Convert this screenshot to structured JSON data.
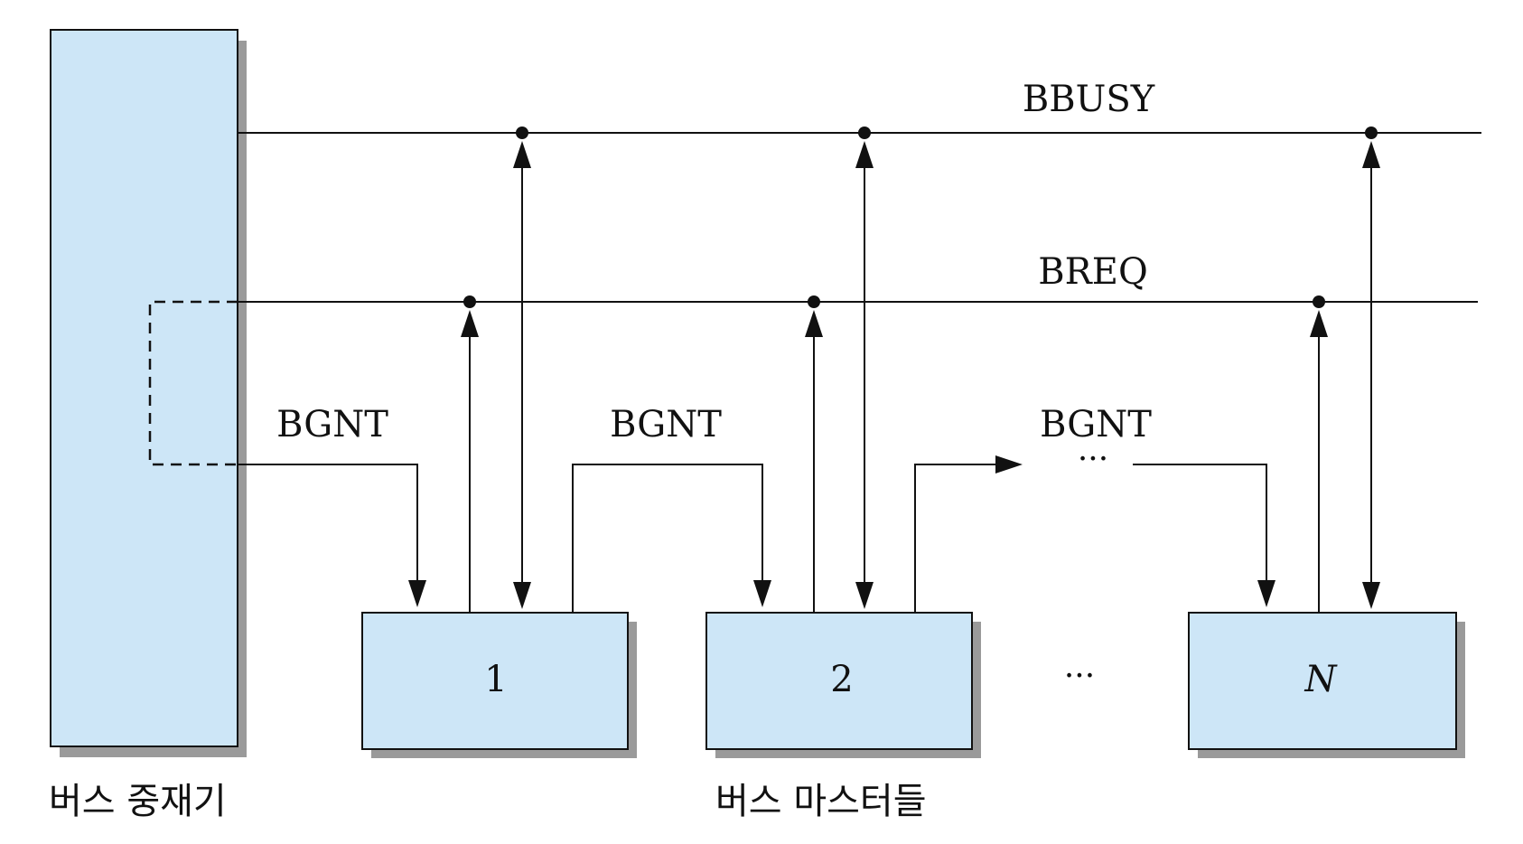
{
  "arbiter": {
    "label": "버스 중재기"
  },
  "masters_group": {
    "label": "버스 마스터들"
  },
  "masters": [
    {
      "label": "1"
    },
    {
      "label": "2"
    },
    {
      "label": "N"
    }
  ],
  "masters_ellipsis": "···",
  "signals": {
    "bbusy": "BBUSY",
    "breq": "BREQ",
    "bgnt_1": "BGNT",
    "bgnt_2": "BGNT",
    "bgnt_3": "BGNT",
    "bgnt_ellipsis": "···"
  },
  "colors": {
    "box_fill": "#cde6f7",
    "stroke": "#111111",
    "shadow": "#9a9a9a"
  }
}
